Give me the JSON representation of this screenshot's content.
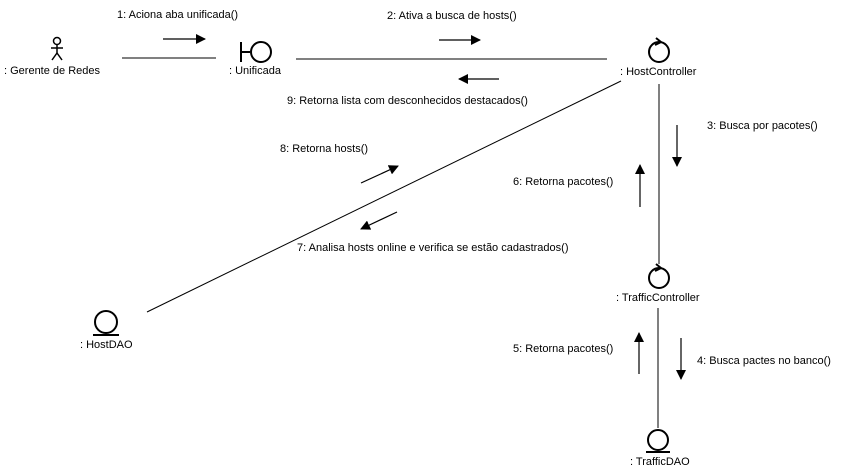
{
  "objects": {
    "gerente": ": Gerente de Redes",
    "unificada": ": Unificada",
    "hostcontroller": ": HostController",
    "trafficcontroller": ": TrafficController",
    "hostdao": ": HostDAO",
    "trafficdao": ": TrafficDAO"
  },
  "messages": {
    "m1": "1: Aciona aba unificada()",
    "m2": "2: Ativa a busca de hosts()",
    "m3": "3: Busca por pacotes()",
    "m4": "4: Busca pactes no banco()",
    "m5": "5: Retorna pacotes()",
    "m6": "6: Retorna pacotes()",
    "m7": "7: Analisa hosts online e verifica se estão cadastrados()",
    "m8": "8: Retorna hosts()",
    "m9": "9: Retorna lista com desconhecidos destacados()"
  }
}
